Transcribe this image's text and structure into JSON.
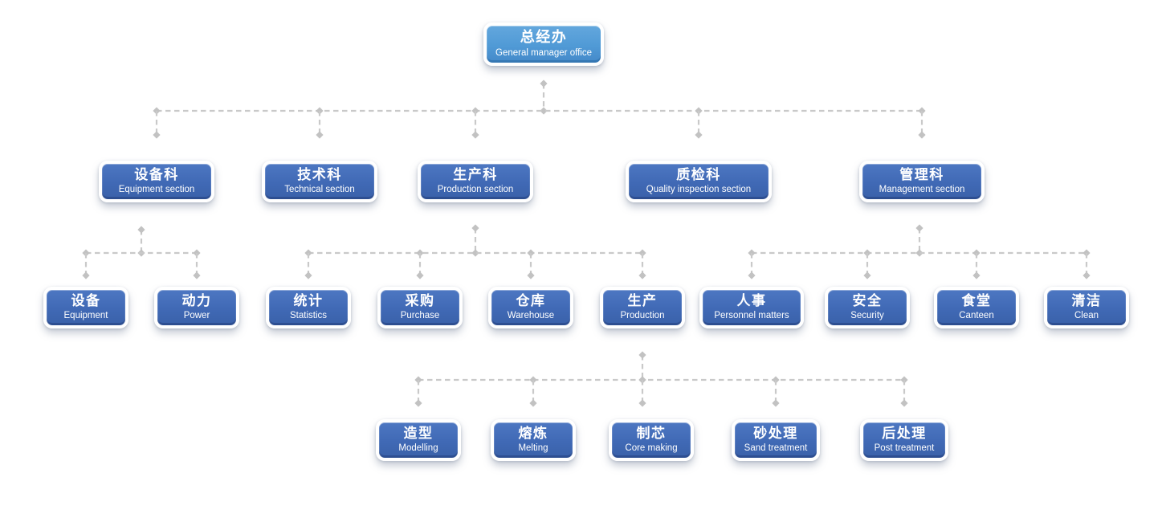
{
  "colors": {
    "node_blue": "#4069b5",
    "root_blue": "#509ad6",
    "connector_gray": "#c9c9c9",
    "text_white": "#ffffff"
  },
  "tree": {
    "title": "总经办",
    "subtitle": "General manager office",
    "children": [
      {
        "title": "设备科",
        "subtitle": "Equipment section",
        "children": [
          {
            "title": "设备",
            "subtitle": "Equipment"
          },
          {
            "title": "动力",
            "subtitle": "Power"
          }
        ]
      },
      {
        "title": "技术科",
        "subtitle": "Technical section"
      },
      {
        "title": "生产科",
        "subtitle": "Production section",
        "children": [
          {
            "title": "统计",
            "subtitle": "Statistics"
          },
          {
            "title": "采购",
            "subtitle": "Purchase"
          },
          {
            "title": "仓库",
            "subtitle": "Warehouse"
          },
          {
            "title": "生产",
            "subtitle": "Production",
            "children": [
              {
                "title": "造型",
                "subtitle": "Modelling"
              },
              {
                "title": "熔炼",
                "subtitle": "Melting"
              },
              {
                "title": "制芯",
                "subtitle": "Core making"
              },
              {
                "title": "砂处理",
                "subtitle": "Sand treatment"
              },
              {
                "title": "后处理",
                "subtitle": "Post treatment"
              }
            ]
          }
        ]
      },
      {
        "title": "质检科",
        "subtitle": "Quality inspection section"
      },
      {
        "title": "管理科",
        "subtitle": "Management section",
        "children": [
          {
            "title": "人事",
            "subtitle": "Personnel matters"
          },
          {
            "title": "安全",
            "subtitle": "Security"
          },
          {
            "title": "食堂",
            "subtitle": "Canteen"
          },
          {
            "title": "清洁",
            "subtitle": "Clean"
          }
        ]
      }
    ]
  }
}
